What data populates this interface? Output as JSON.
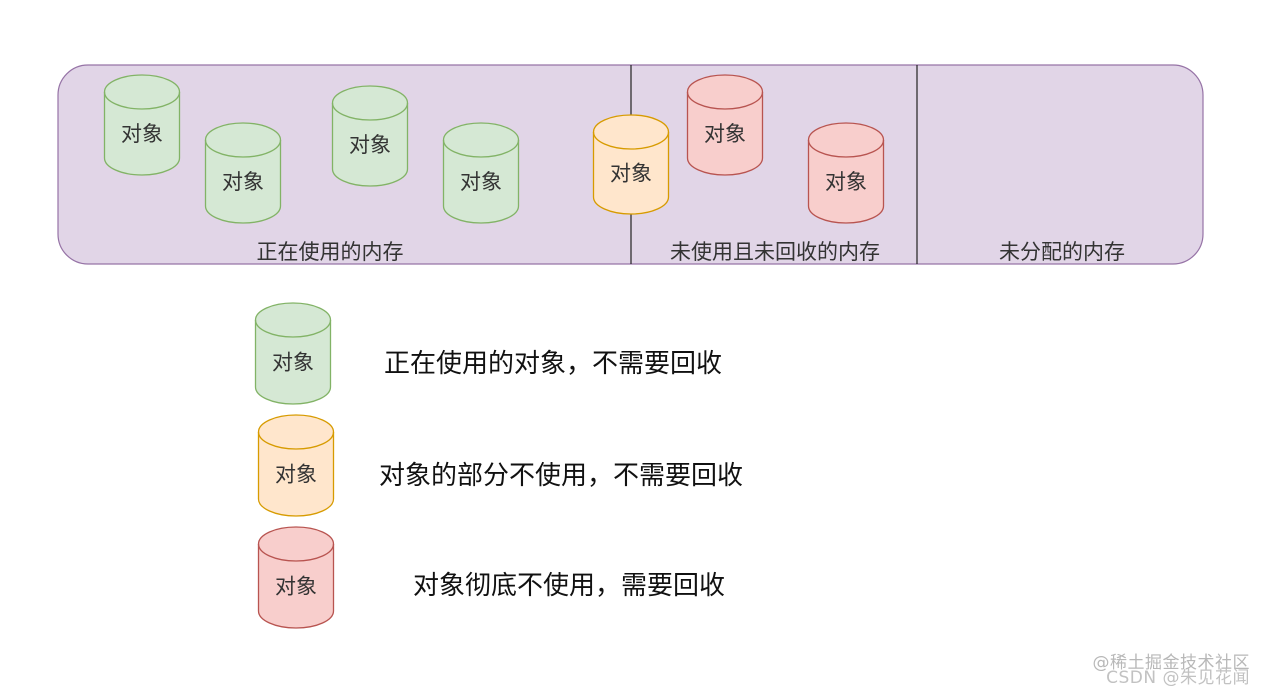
{
  "memory_regions": {
    "in_use": "正在使用的内存",
    "unused_not_reclaimed": "未使用且未回收的内存",
    "unallocated": "未分配的内存"
  },
  "object_label": "对象",
  "colors": {
    "panel_fill": "#e1d5e7",
    "panel_stroke": "#9673a6",
    "green_fill": "#d5e8d4",
    "green_stroke": "#82b366",
    "orange_fill": "#ffe6cc",
    "orange_stroke": "#d79b00",
    "red_fill": "#f8cecc",
    "red_stroke": "#b85450"
  },
  "legend": [
    {
      "color": "green",
      "text": "正在使用的对象，不需要回收"
    },
    {
      "color": "orange",
      "text": "对象的部分不使用，不需要回收"
    },
    {
      "color": "red",
      "text": "对象彻底不使用，需要回收"
    }
  ],
  "watermark": {
    "line1": "@稀土掘金技术社区",
    "line2": "CSDN @朱见花闻"
  }
}
